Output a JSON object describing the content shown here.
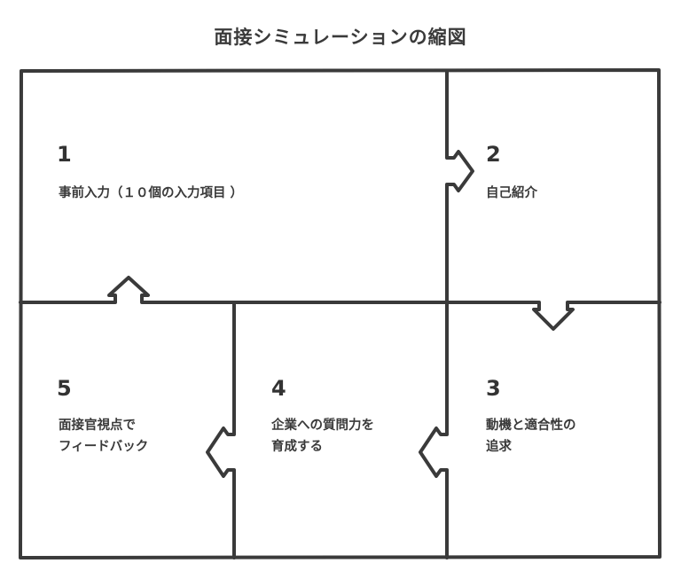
{
  "title": "面接シミュレーションの縮図",
  "steps": [
    {
      "number": "1",
      "label": "事前入力（１０個の入力項目 ）"
    },
    {
      "number": "2",
      "label": "自己紹介"
    },
    {
      "number": "3",
      "label": "動機と適合性の\n追求"
    },
    {
      "number": "4",
      "label": "企業への質問力を\n育成する"
    },
    {
      "number": "5",
      "label": "面接官視点で\nフィードバック"
    }
  ],
  "colors": {
    "stroke": "#3a3a3a",
    "text": "#3a3a3a",
    "background": "#ffffff"
  }
}
